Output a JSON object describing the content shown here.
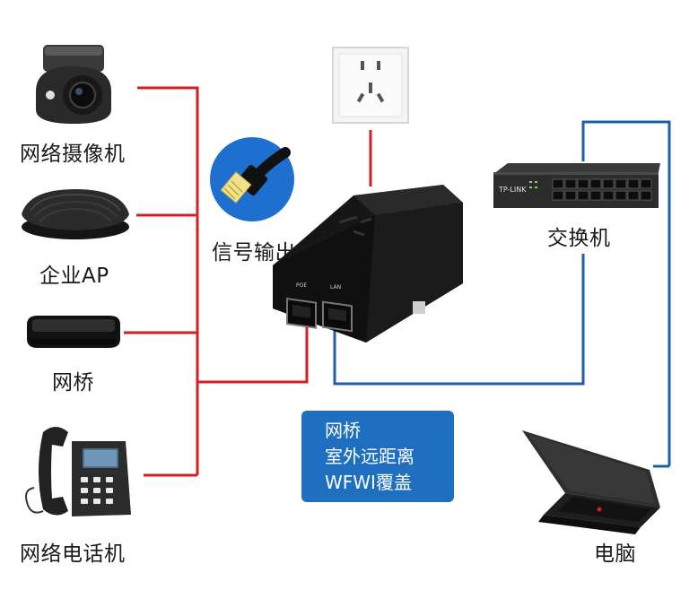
{
  "devices": {
    "camera": {
      "label": "网络摄像机",
      "icon": "network-camera-icon"
    },
    "enterprise_ap": {
      "label": "企业AP",
      "icon": "access-point-icon"
    },
    "bridge": {
      "label": "网桥",
      "icon": "wireless-bridge-icon"
    },
    "phone": {
      "label": "网络电话机",
      "icon": "ip-phone-icon"
    },
    "outlet": {
      "icon": "power-outlet-icon"
    },
    "signal_output": {
      "label": "信号输出",
      "icon": "ethernet-cable-icon"
    },
    "poe_injector": {
      "icon": "poe-injector-icon",
      "port_labels": [
        "POE",
        "LAN"
      ]
    },
    "switch": {
      "label": "交换机",
      "icon": "network-switch-icon",
      "brand": "TP-LINK"
    },
    "computer": {
      "label": "电脑",
      "icon": "laptop-icon"
    }
  },
  "info_box": {
    "lines": [
      "网桥",
      "室外远距离",
      "WFWI覆盖"
    ]
  },
  "colors": {
    "poe_wire": "#d21f26",
    "lan_wire": "#1f5fa8",
    "info_box_bg": "#1f6fc0"
  }
}
